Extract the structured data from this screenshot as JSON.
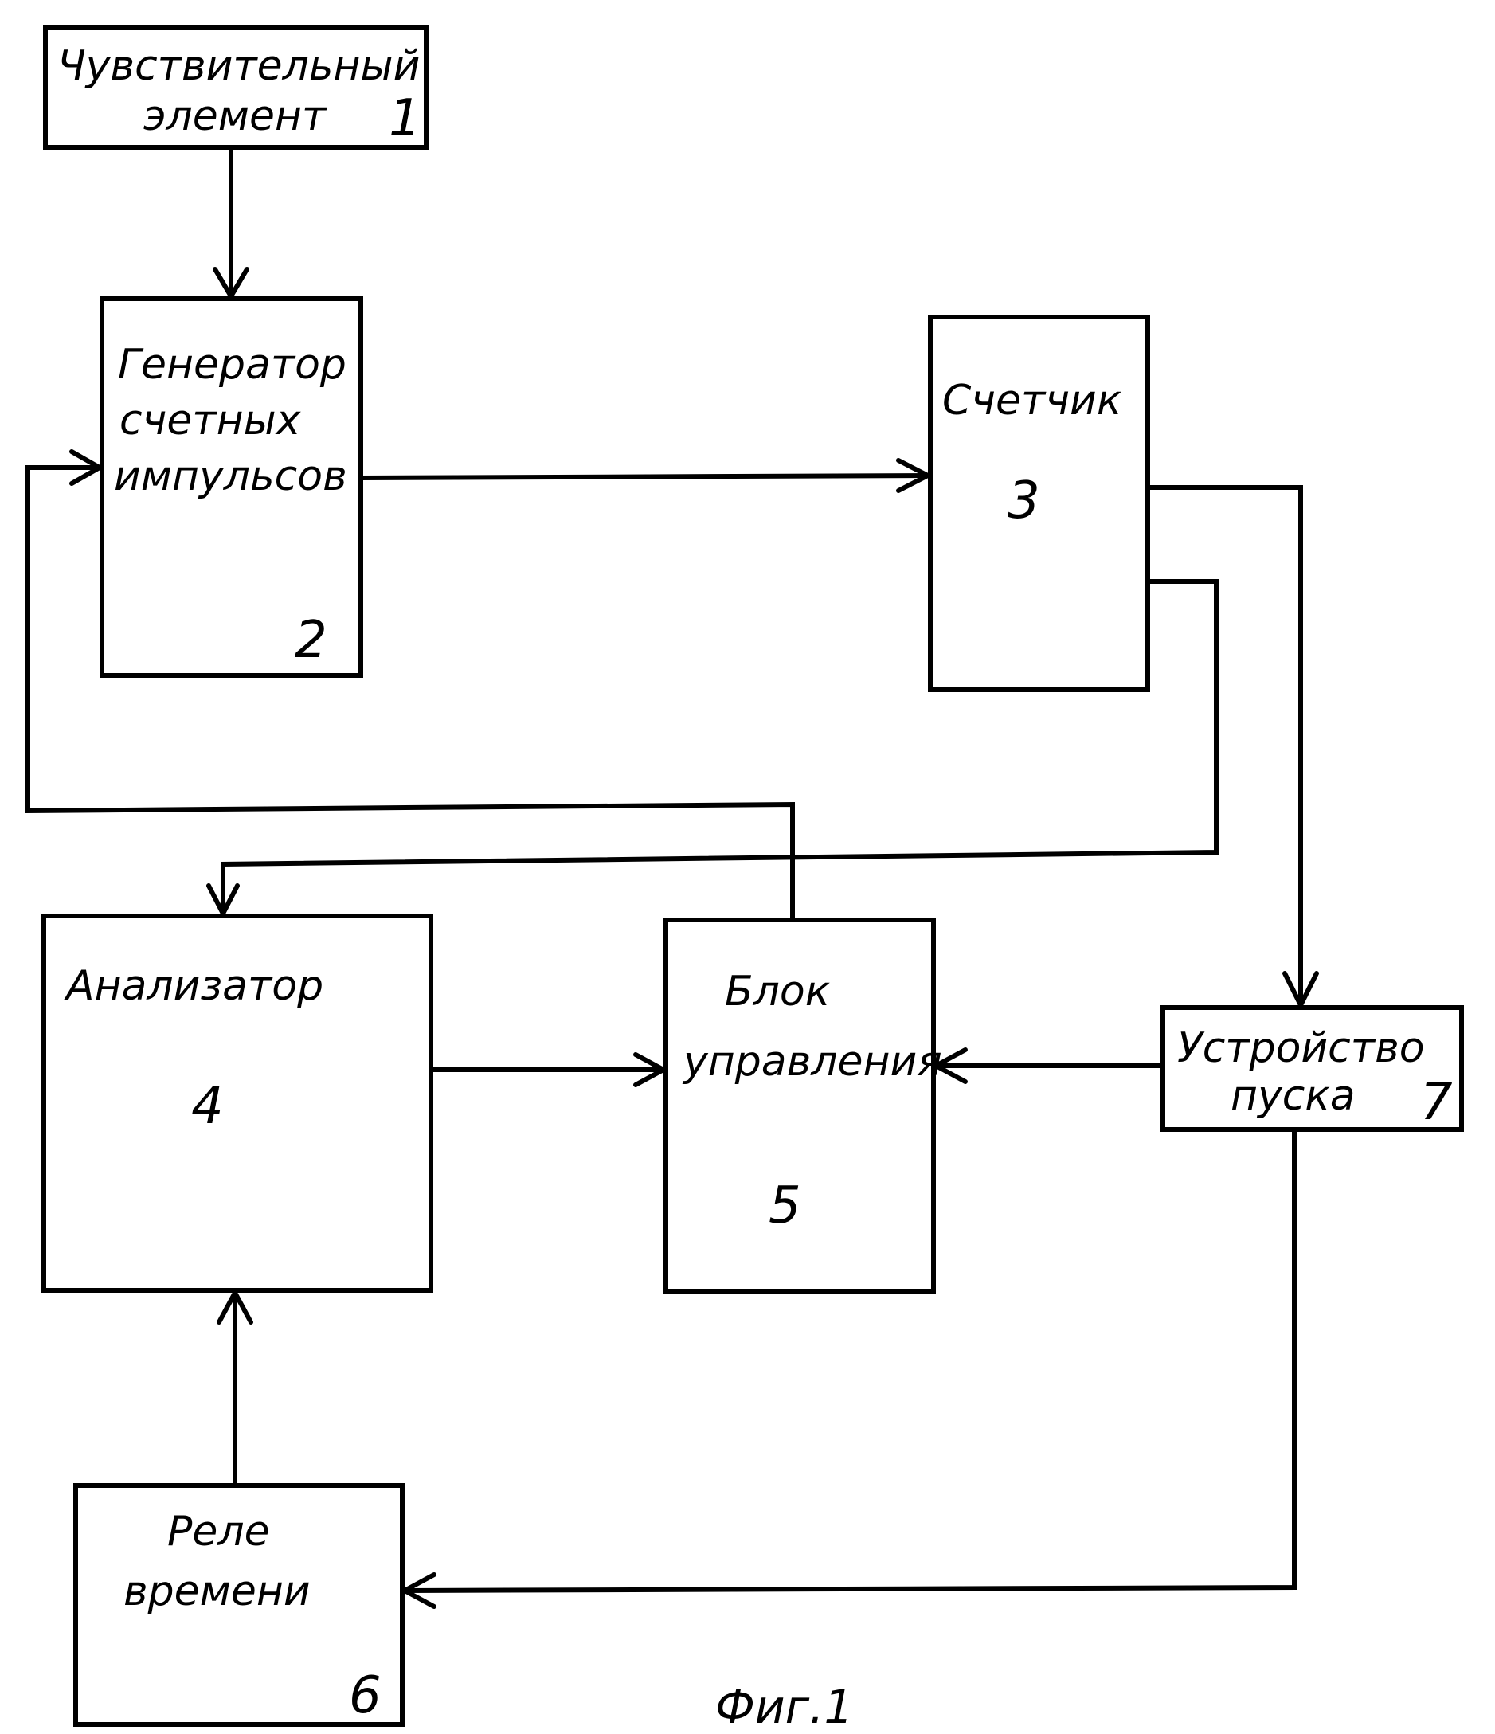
{
  "blocks": {
    "b1": {
      "line1": "Чувствительный",
      "line2": "элемент",
      "number": "1"
    },
    "b2": {
      "line1": "Генератор",
      "line2": "счетных",
      "line3": "импульсов",
      "number": "2"
    },
    "b3": {
      "line1": "Счетчик",
      "number": "3"
    },
    "b4": {
      "line1": "Анализатор",
      "number": "4"
    },
    "b5": {
      "line1": "Блок",
      "line2": "управления",
      "number": "5"
    },
    "b6": {
      "line1": "Реле",
      "line2": "времени",
      "number": "6"
    },
    "b7": {
      "line1": "Устройство",
      "line2": "пуска",
      "number": "7"
    }
  },
  "caption": "Фиг.1"
}
